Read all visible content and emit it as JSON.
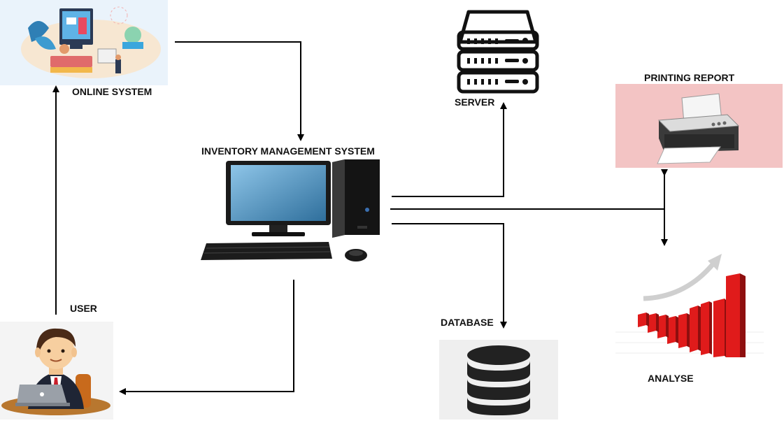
{
  "labels": {
    "online_system": "ONLINE  SYSTEM",
    "server": "SERVER",
    "printing_report": "PRINTING REPORT",
    "inventory": "INVENTORY MANAGEMENT SYSTEM",
    "user": "USER",
    "database": "DATABASE",
    "analyse": "ANALYSE"
  },
  "icons": {
    "online_system": "online-system-illustration",
    "server": "server-rack-icon",
    "printer": "printer-icon",
    "computer": "desktop-computer-icon",
    "user": "user-at-laptop-illustration",
    "database": "database-icon",
    "analyse": "growth-bar-chart-icon"
  },
  "colors": {
    "line": "#000000",
    "printer_bg": "#f3c4c4",
    "database_bg": "#efefef",
    "bars": "#e01b1b"
  }
}
